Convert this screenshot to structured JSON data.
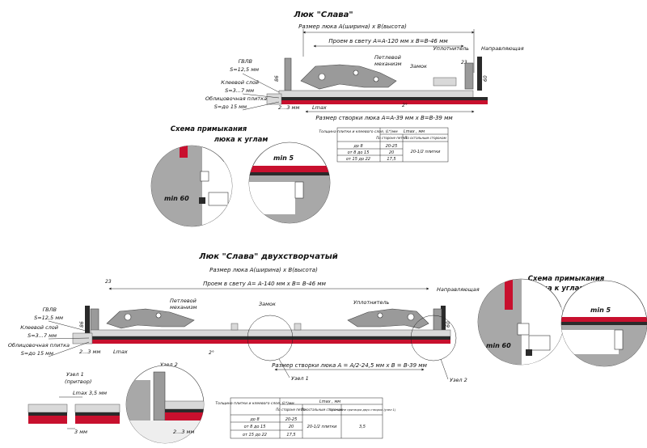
{
  "top": {
    "title": "Люк \"Слава\"",
    "size_label": "Размер люка А(ширина) х В(высота)",
    "opening_label": "Проем в свету А=А-120 мм х В=В-46 мм",
    "sealer": "Уплотнитель",
    "guide": "Направляющая",
    "hinge": [
      "Петлевой",
      "механизм"
    ],
    "lock": "Замок",
    "gvl": [
      "ГВЛВ",
      "S=12,5 мм"
    ],
    "glue": [
      "Клеевой слой",
      "S=3...7 мм"
    ],
    "tile": [
      "Облицовочная плитка",
      "S=до 15 мм"
    ],
    "gap": "2...3 мм",
    "lmax": "Lmax",
    "leaf_label": "Размер створки люка А=А-39 мм х В=В-39 мм",
    "dim86": "86",
    "dim60": "60",
    "dim23": "23",
    "dim2": "2°"
  },
  "top_table": {
    "col1": "Толщина плитки и клеевого слоя, (L*)мм",
    "col2": "Lmax , мм",
    "sub1": "По стороне петли",
    "sub2": "По остальным сторонам",
    "rows": [
      [
        "до 8",
        "20-25"
      ],
      [
        "от 8 до 15",
        "20"
      ],
      [
        "от 15 до 22",
        "17,5"
      ]
    ],
    "merged": "20-1/2 плитки"
  },
  "corner_top": {
    "title": [
      "Схема примыкания",
      "люка к углам"
    ],
    "min60": "min 60",
    "min5": "min 5"
  },
  "bottom": {
    "title": "Люк \"Слава\" двухстворчатый",
    "size_label": "Размер люка А(ширина) х В(высота)",
    "opening_label": "Проем в свету А= А-140 мм х В= В-46 мм",
    "dim23": "23",
    "hinge": [
      "Петлевой",
      "механизм"
    ],
    "lock": "Замок",
    "sealer": "Уплотнитель",
    "guide": "Направляющая",
    "gvl": [
      "ГВЛВ",
      "S=12,5 мм"
    ],
    "glue": [
      "Клеевой слой",
      "S=3...7 мм"
    ],
    "tile": [
      "Облицовочная плитка",
      "S=до 15 мм"
    ],
    "gap": "2...3 мм",
    "lmax": "Lmax",
    "leaf_label": "Размер створки люка А = А/2-24,5 мм х В = В-39 мм",
    "node1": "Узел 1",
    "node2": "Узел 2",
    "dim86": "86",
    "dim60": "60",
    "dim2": "2°"
  },
  "corner_bottom": {
    "title": [
      "Схема примыкания",
      "люка к углам"
    ],
    "min60": "min 60",
    "min5": "min 5"
  },
  "detail": {
    "node1": [
      "Узел 1",
      "(притвор)"
    ],
    "node2": "Узел 2",
    "lmax": "Lmax 3,5 мм",
    "gap3": "3 мм",
    "gap23": "2...3 мм"
  },
  "bottom_table": {
    "col1": "Толщина плитки и клеевого слоя, (L*)мм",
    "col2": "Lmax , мм",
    "sub1": "По стороне петли",
    "sub2": "По остальным сторонам",
    "sub3": "По стороне притвора двух створок (узел 1)",
    "rows": [
      [
        "до 8",
        "20-25"
      ],
      [
        "от 8 до 15",
        "20"
      ],
      [
        "от 15 до 22",
        "17,5"
      ]
    ],
    "merged2": "20-1/2 плитки",
    "merged3": "3,5"
  }
}
